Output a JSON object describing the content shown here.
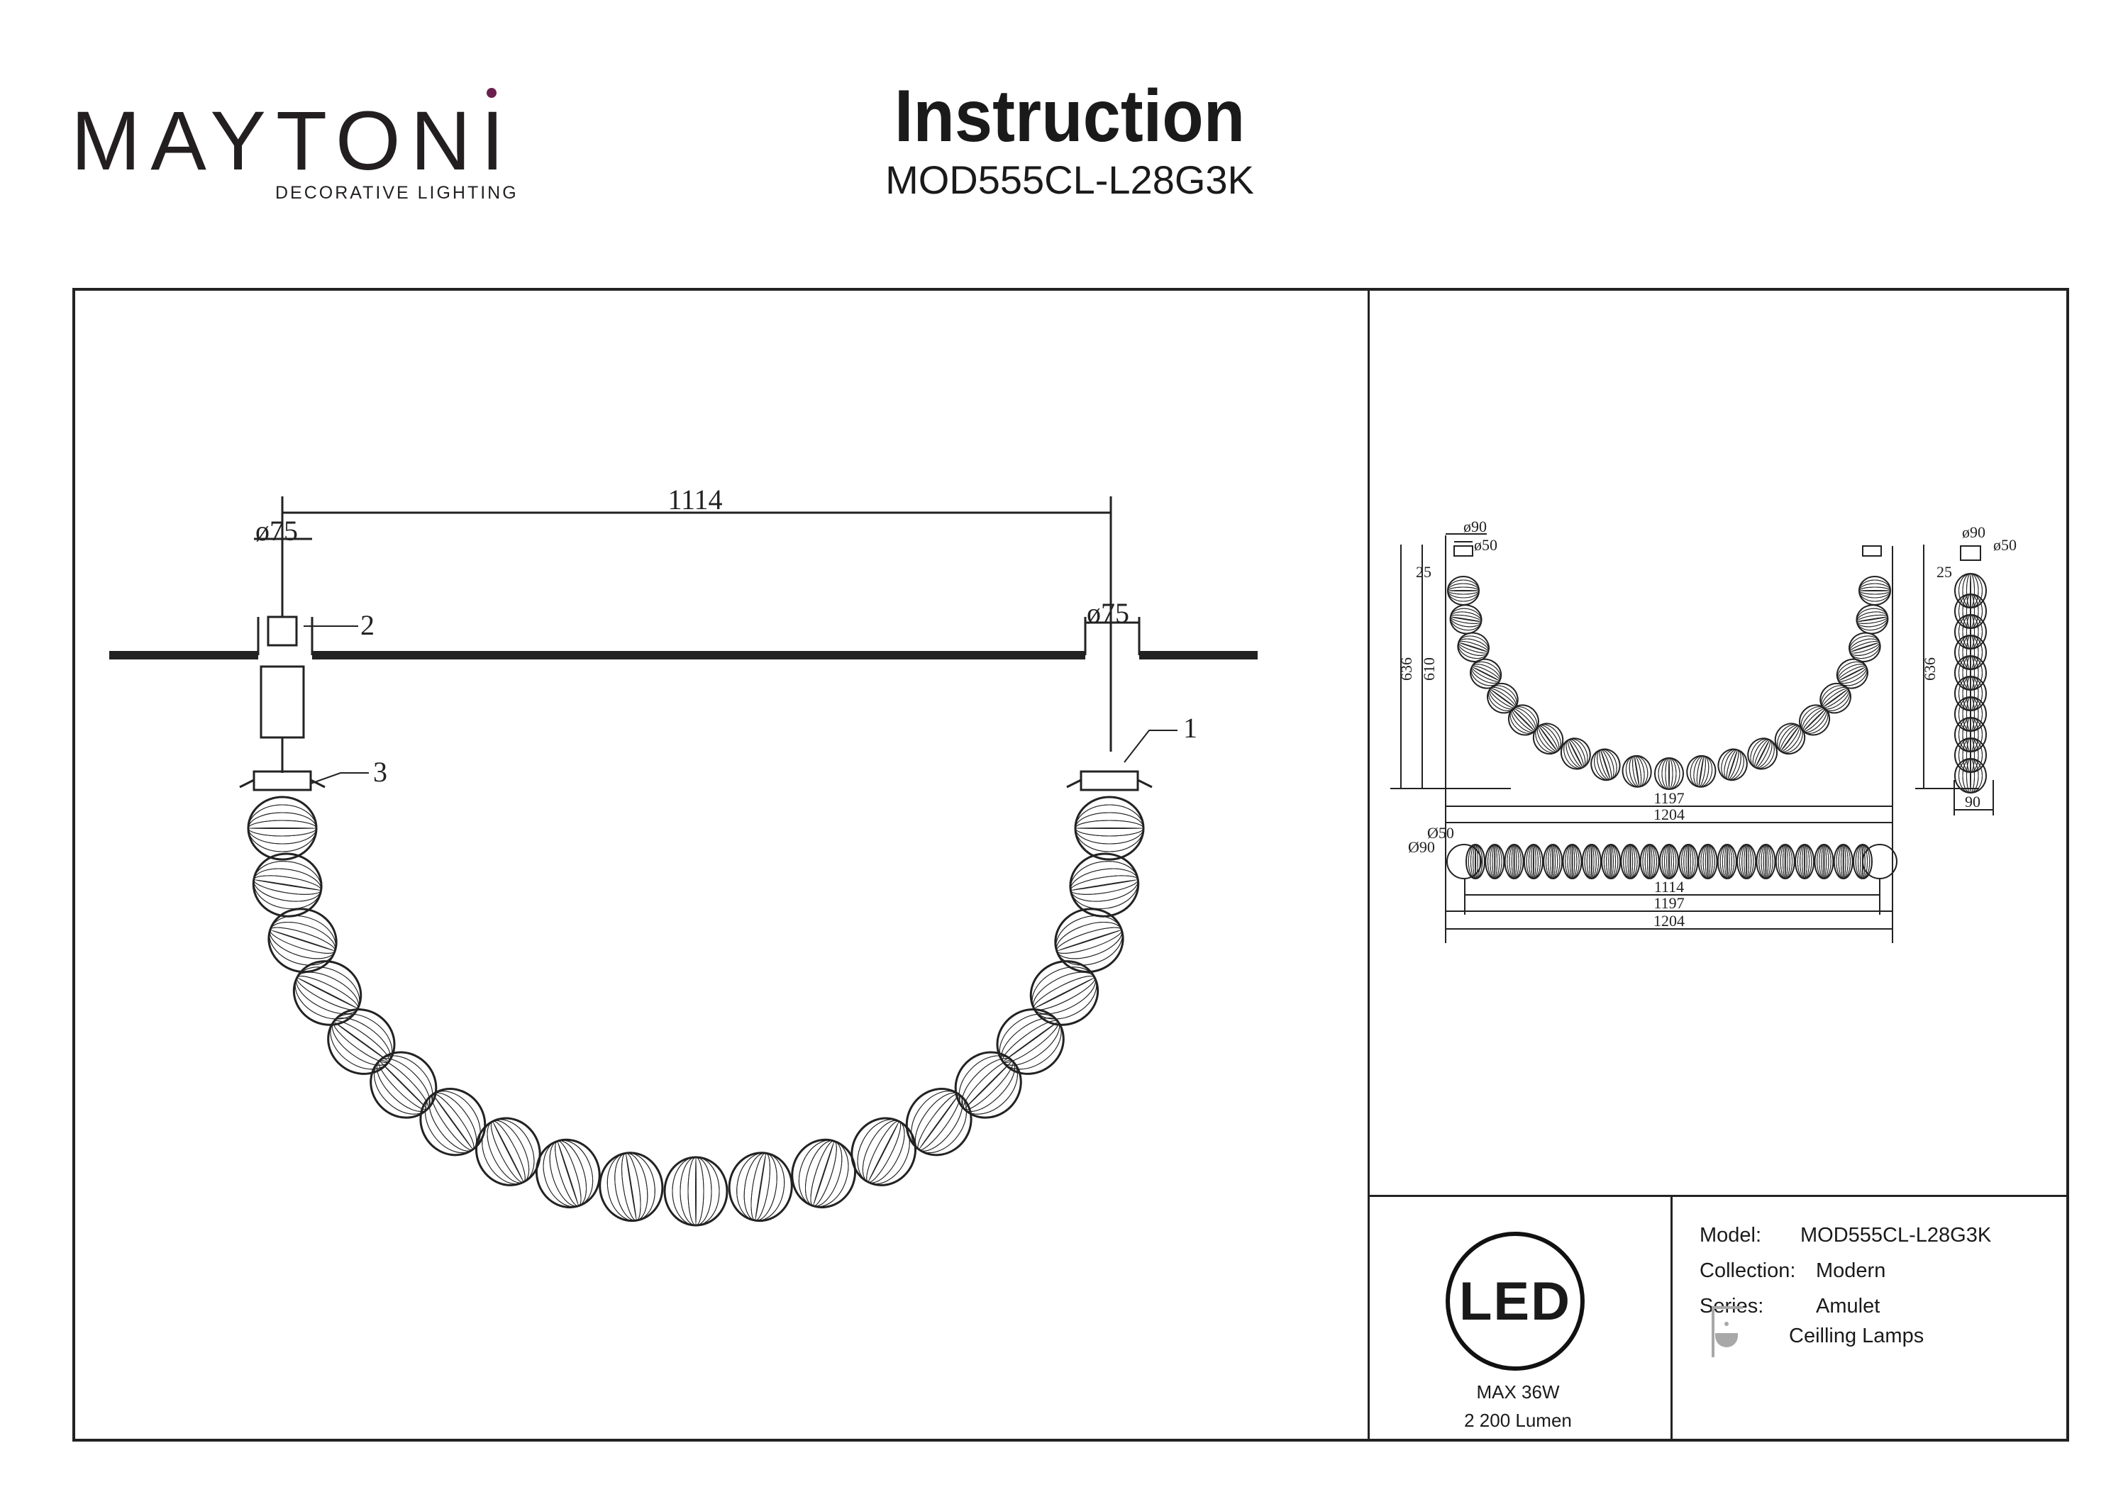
{
  "header": {
    "brand": "MAYTONI",
    "brand_tagline": "DECORATIVE LIGHTING",
    "title": "Instruction",
    "model_code": "MOD555CL-L28G3K"
  },
  "main_drawing": {
    "span_dim": "1114",
    "left_diameter": "ø75",
    "right_diameter": "ø75",
    "callouts": [
      "1",
      "2",
      "3"
    ]
  },
  "front_view": {
    "d_outer": "ø90",
    "d_inner": "ø50",
    "canopy_h": "25",
    "total_h": "636",
    "body_h": "610",
    "width_inner": "1197",
    "width_outer": "1204"
  },
  "side_view": {
    "d_outer": "ø90",
    "d_inner": "ø50",
    "canopy_h": "25",
    "total_h": "636",
    "depth": "90"
  },
  "top_view": {
    "d_inner": "Ø50",
    "d_outer": "Ø90",
    "dim1": "1114",
    "dim2": "1197",
    "dim3": "1204"
  },
  "specs": {
    "badge": "LED",
    "power": "MAX 36W",
    "lumen": "2 200 Lumen"
  },
  "info": {
    "model_label": "Model:",
    "model_value": "MOD555CL-L28G3K",
    "collection_label": "Collection:",
    "collection_value": "Modern",
    "series_label": "Series:",
    "series_value": "Amulet",
    "category": "Ceilling Lamps",
    "category_icon": "ceiling-lamp-icon"
  },
  "colors": {
    "brand_dot": "#6b1f4f",
    "line": "#222222",
    "icon_grey": "#a8a8a8"
  }
}
